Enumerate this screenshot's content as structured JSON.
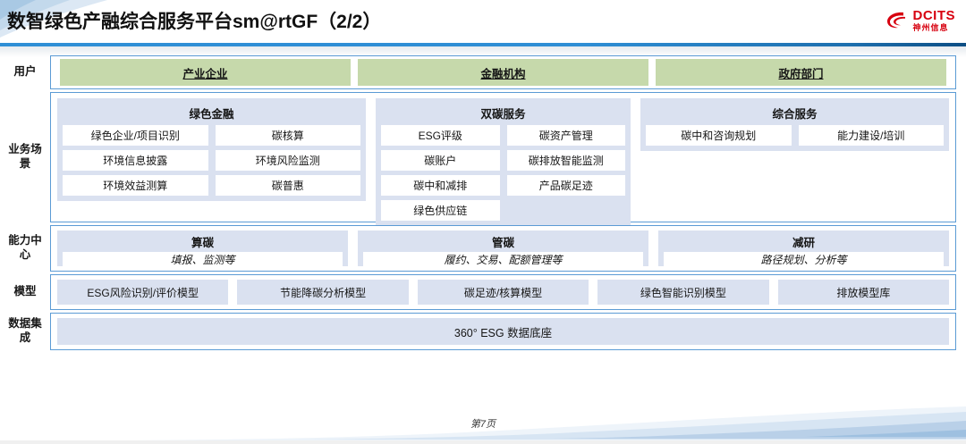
{
  "header": {
    "title": "数智绿色产融综合服务平台sm@rtGF（2/2）",
    "logo_en": "DCITS",
    "logo_cn": "神州信息",
    "logo_icon": "dcits-swoosh-icon",
    "accent_color": "#2f8fd6",
    "logo_color": "#d7000f"
  },
  "colors": {
    "user_chip": "#c6d9ab",
    "panel_bg": "#dae1f0",
    "box_border": "#5b9bd5"
  },
  "rows": {
    "users": {
      "label": "用户",
      "items": [
        {
          "label": "产业企业"
        },
        {
          "label": "金融机构"
        },
        {
          "label": "政府部门"
        }
      ]
    },
    "business": {
      "label": "业务场景",
      "groups": [
        {
          "title": "绿色金融",
          "items": [
            "绿色企业/项目识别",
            "碳核算",
            "环境信息披露",
            "环境风险监测",
            "环境效益测算",
            "碳普惠"
          ]
        },
        {
          "title": "双碳服务",
          "items": [
            "ESG评级",
            "碳资产管理",
            "碳账户",
            "碳排放智能监测",
            "碳中和减排",
            "产品碳足迹",
            "绿色供应链"
          ]
        },
        {
          "title": "综合服务",
          "items": [
            "碳中和咨询规划",
            "能力建设/培训"
          ]
        }
      ]
    },
    "capability": {
      "label": "能力中心",
      "groups": [
        {
          "title": "算碳",
          "subtitle": "填报、监测等"
        },
        {
          "title": "管碳",
          "subtitle": "履约、交易、配额管理等"
        },
        {
          "title": "减研",
          "subtitle": "路径规划、分析等"
        }
      ]
    },
    "model": {
      "label": "模型",
      "items": [
        "ESG风险识别/评价模型",
        "节能降碳分析模型",
        "碳足迹/核算模型",
        "绿色智能识别模型",
        "排放模型库"
      ]
    },
    "data": {
      "label": "数据集成",
      "items": [
        "360° ESG 数据底座"
      ]
    }
  },
  "footer": {
    "page_label": "第7页"
  }
}
